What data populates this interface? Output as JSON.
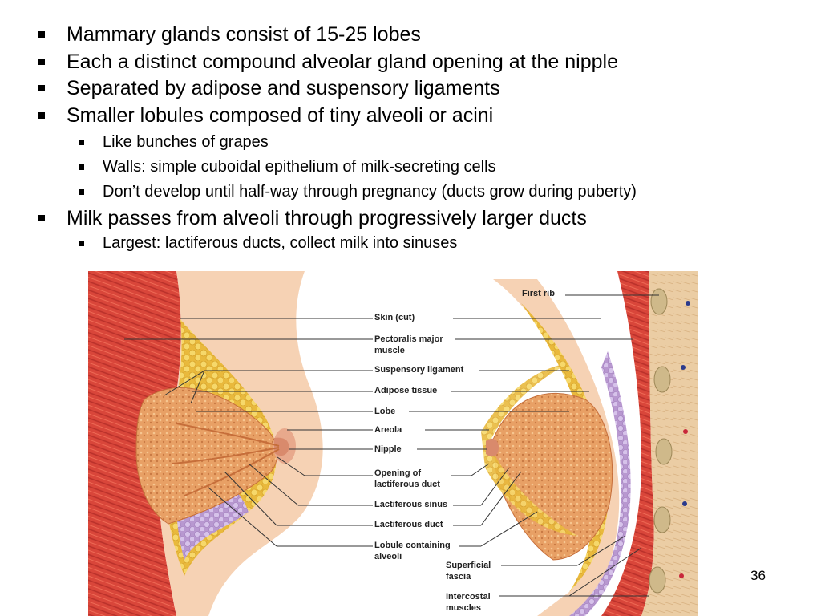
{
  "slide": {
    "bullets": [
      {
        "level": 1,
        "text": "Mammary glands consist of 15-25 lobes"
      },
      {
        "level": 1,
        "text": "Each a distinct compound alveolar gland opening at the nipple"
      },
      {
        "level": 1,
        "text": "Separated by adipose and suspensory ligaments"
      },
      {
        "level": 1,
        "text": "Smaller lobules composed of tiny alveoli or acini"
      },
      {
        "level": 2,
        "text": "Like bunches of grapes"
      },
      {
        "level": 2,
        "text": "Walls: simple cuboidal epithelium of milk-secreting cells"
      },
      {
        "level": 2,
        "text": "Don’t develop until half-way through pregnancy (ducts grow during puberty)"
      },
      {
        "level": 1,
        "text": "Milk passes from alveoli through progressively larger ducts"
      },
      {
        "level": 2,
        "text": "Largest: lactiferous ducts, collect milk into sinuses"
      }
    ],
    "page_number": "36"
  },
  "figure": {
    "labels": {
      "first_rib": "First rib",
      "skin": "Skin (cut)",
      "pectoralis_1": "Pectoralis major",
      "pectoralis_2": "muscle",
      "suspensory": "Suspensory ligament",
      "adipose": "Adipose tissue",
      "lobe": "Lobe",
      "areola": "Areola",
      "nipple": "Nipple",
      "opening_1": "Opening of",
      "opening_2": "lactiferous duct",
      "sinus": "Lactiferous sinus",
      "duct": "Lactiferous duct",
      "lobule_1": "Lobule containing",
      "lobule_2": "alveoli",
      "fascia_1": "Superficial",
      "fascia_2": "fascia",
      "intercostal_1": "Intercostal",
      "intercostal_2": "muscles"
    },
    "colors": {
      "muscle": "#d9463a",
      "skin": "#f6d2b4",
      "fat": "#f3cf5a",
      "lobe": "#e8a065",
      "fascia": "#c9b0dc",
      "chest_wall": "#e9c9a0"
    }
  }
}
